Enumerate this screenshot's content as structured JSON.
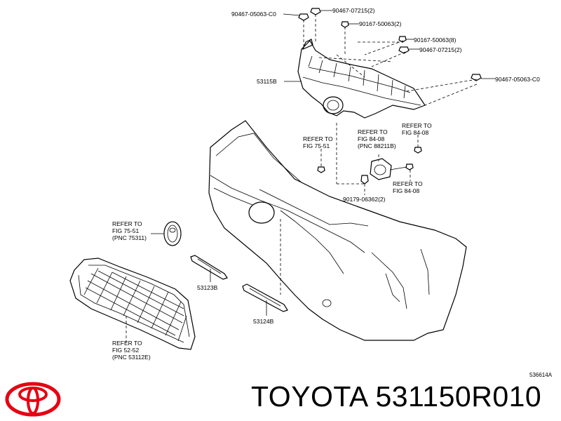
{
  "callouts": {
    "bolt_top_left": "90467-05063-C0",
    "bolt_top_mid": "90467-07215(2)",
    "screw_top": "90167-50063(2)",
    "screw_right": "90167-50063(8)",
    "bolt_right": "90467-07215(2)",
    "bolt_far_right": "90467-05063-C0",
    "upper_grille_part": "53115B",
    "refer_7551": [
      "REFER TO",
      "FIG 75-51"
    ],
    "refer_8408_pnc": [
      "REFER TO",
      "FIG 84-08",
      "(PNC 88211B)"
    ],
    "refer_8408_top": [
      "REFER TO",
      "FIG 84-08"
    ],
    "refer_8408_bottom": [
      "REFER TO",
      "FIG 84-08"
    ],
    "bolt_bottom": "90179-06362(2)",
    "refer_emblem": [
      "REFER TO",
      "FIG 75-51",
      "(PNC 75311)"
    ],
    "garnish_upper": "53123B",
    "garnish_lower": "53124B",
    "refer_lower_grille": [
      "REFER TO",
      "FIG 52-52",
      "(PNC 53112E)"
    ]
  },
  "figure_id": "536614A",
  "footer": {
    "brand": "TOYOTA",
    "part_number": "531150R010",
    "logo_color": "#e60012"
  }
}
